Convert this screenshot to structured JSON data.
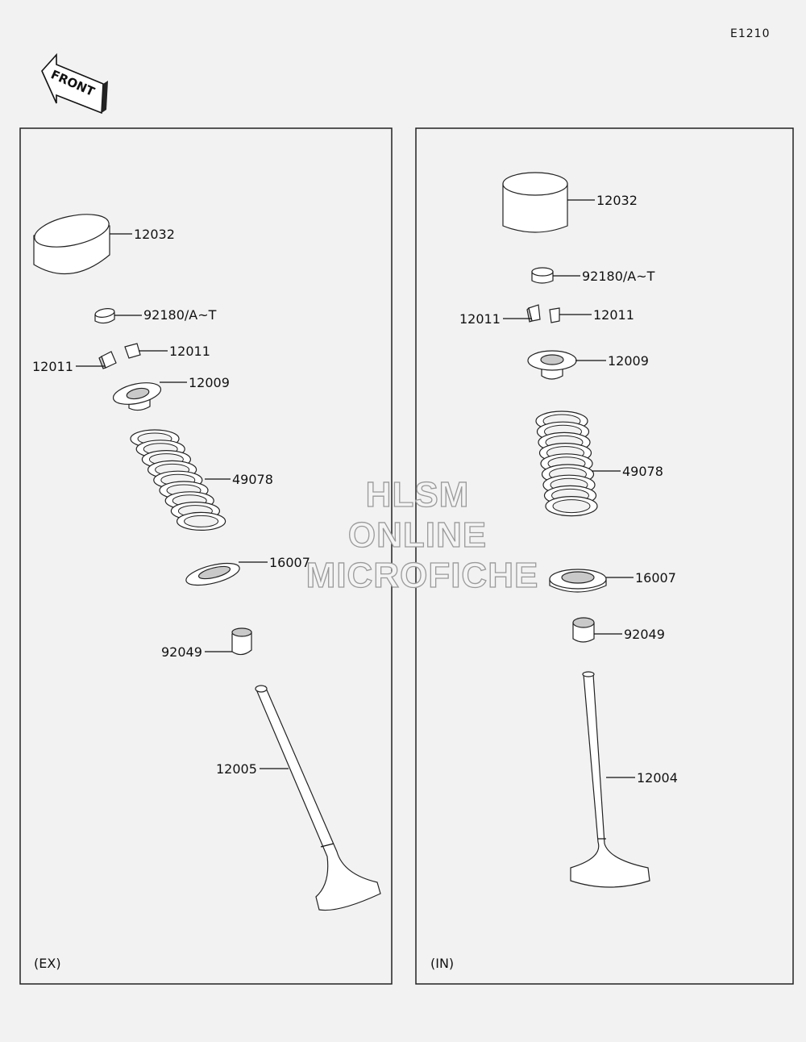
{
  "diagram_code": "E1210",
  "front_label": "FRONT",
  "panels": [
    {
      "tag": "(EX)",
      "parts": {
        "lifter": "12032",
        "shim": "92180/A~T",
        "keeper_right": "12011",
        "keeper_left": "12011",
        "retainer": "12009",
        "spring": "49078",
        "seat": "16007",
        "seal": "92049",
        "valve": "12005"
      }
    },
    {
      "tag": "(IN)",
      "parts": {
        "lifter": "12032",
        "shim": "92180/A~T",
        "keeper_left": "12011",
        "keeper_right": "12011",
        "retainer": "12009",
        "spring": "49078",
        "seat": "16007",
        "seal": "92049",
        "valve": "12004"
      }
    }
  ],
  "watermark": [
    "HLSM",
    "ONLINE",
    "MICROFICHE"
  ]
}
